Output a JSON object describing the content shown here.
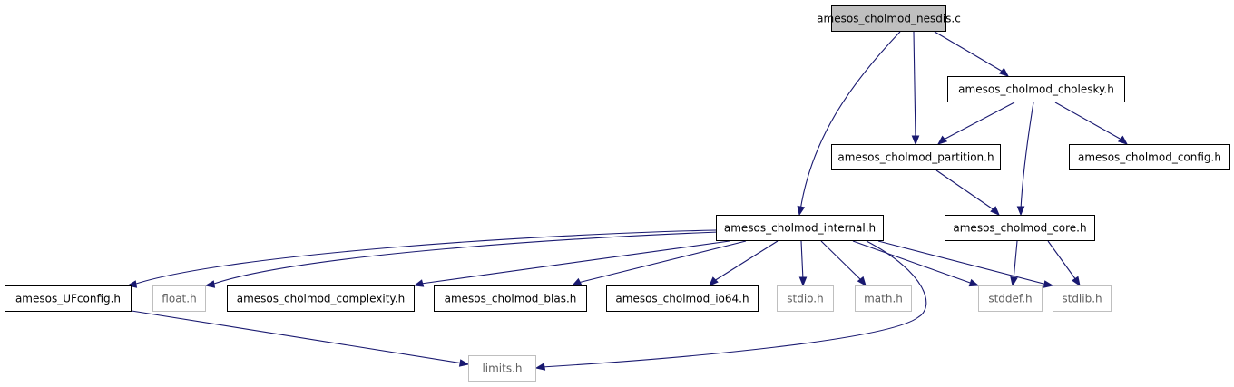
{
  "graph": {
    "nodes": {
      "nesdis": "amesos_cholmod_nesdis.c",
      "cholesky": "amesos_cholmod_cholesky.h",
      "partition": "amesos_cholmod_partition.h",
      "config": "amesos_cholmod_config.h",
      "internal": "amesos_cholmod_internal.h",
      "core": "amesos_cholmod_core.h",
      "ufconfig": "amesos_UFconfig.h",
      "float": "float.h",
      "complexity": "amesos_cholmod_complexity.h",
      "blas": "amesos_cholmod_blas.h",
      "io64": "amesos_cholmod_io64.h",
      "stdio": "stdio.h",
      "math": "math.h",
      "stddef": "stddef.h",
      "stdlib": "stdlib.h",
      "limits": "limits.h"
    },
    "edges": [
      [
        "nesdis",
        "cholesky"
      ],
      [
        "nesdis",
        "partition"
      ],
      [
        "nesdis",
        "internal"
      ],
      [
        "cholesky",
        "partition"
      ],
      [
        "cholesky",
        "config"
      ],
      [
        "cholesky",
        "core"
      ],
      [
        "partition",
        "core"
      ],
      [
        "core",
        "stddef"
      ],
      [
        "core",
        "stdlib"
      ],
      [
        "internal",
        "ufconfig"
      ],
      [
        "internal",
        "float"
      ],
      [
        "internal",
        "complexity"
      ],
      [
        "internal",
        "blas"
      ],
      [
        "internal",
        "io64"
      ],
      [
        "internal",
        "stdio"
      ],
      [
        "internal",
        "math"
      ],
      [
        "internal",
        "stddef"
      ],
      [
        "internal",
        "stdlib"
      ],
      [
        "internal",
        "limits"
      ],
      [
        "ufconfig",
        "limits"
      ]
    ],
    "colors": {
      "edge": "#191970",
      "root_fill": "#bfbfbf",
      "external_border": "#bfbfbf",
      "node_border": "#000000"
    }
  }
}
